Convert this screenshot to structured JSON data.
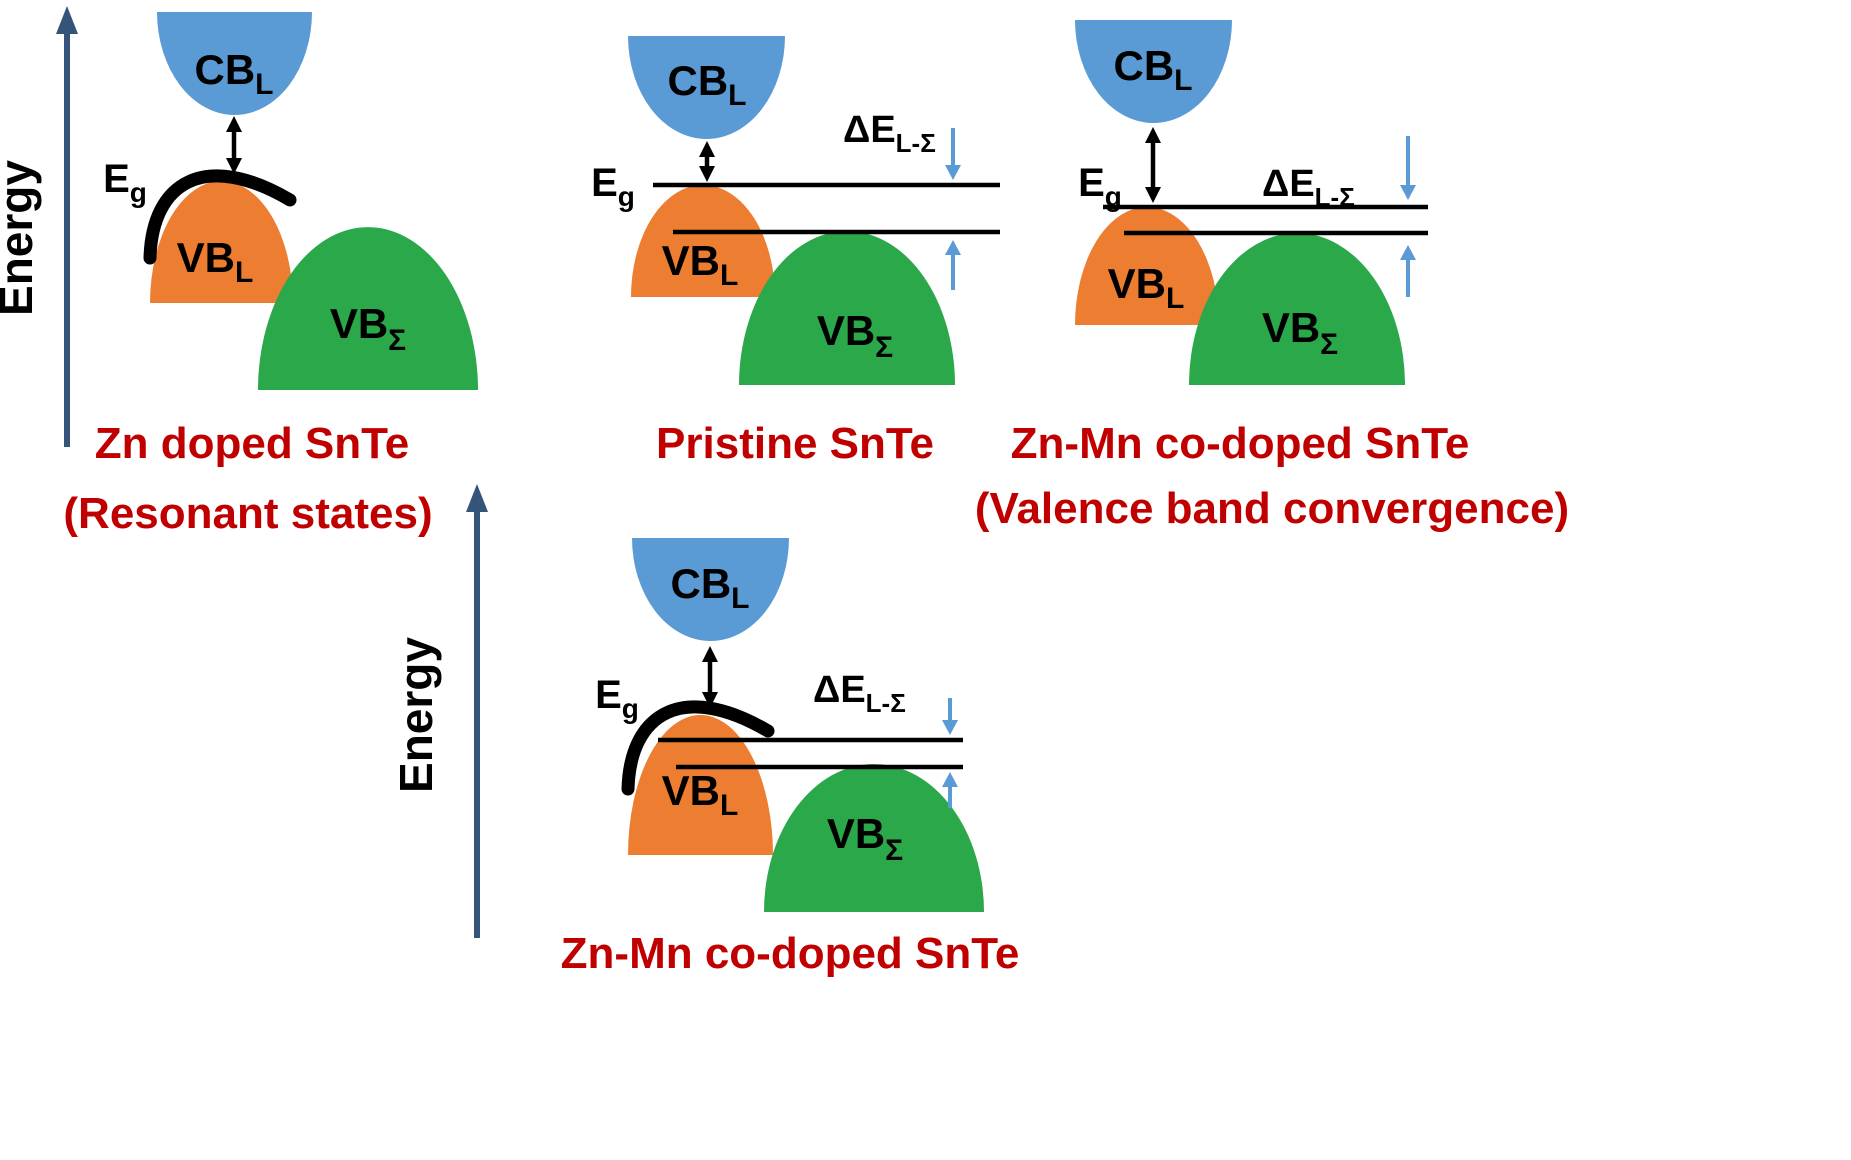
{
  "colors": {
    "cb_blue": "#5b9bd5",
    "vbl_orange": "#ed7d31",
    "vbs_green": "#2aa84a",
    "caption_red": "#c00000",
    "axis_blue": "#35547a",
    "arrow_blue": "#5b9bd5",
    "ink_black": "#000000"
  },
  "labels": {
    "energy_axis": "Energy",
    "cb_main": "CB",
    "cb_sub": "L",
    "vbl_main": "VB",
    "vbl_sub": "L",
    "vbs_main": "VB",
    "vbs_sub": "Σ",
    "eg_main": "E",
    "eg_sub": "g",
    "delta_main": "ΔE",
    "delta_sub": "L-Σ"
  },
  "panels": {
    "zn_doped": {
      "caption_line1": "Zn doped SnTe",
      "caption_line2": "(Resonant states)"
    },
    "pristine": {
      "caption_line1": "Pristine SnTe"
    },
    "znmn_codoped_right": {
      "caption_line1": "Zn-Mn co-doped SnTe",
      "caption_line2": "(Valence band convergence)"
    },
    "znmn_codoped_bottom": {
      "caption_line1": "Zn-Mn co-doped SnTe"
    }
  }
}
